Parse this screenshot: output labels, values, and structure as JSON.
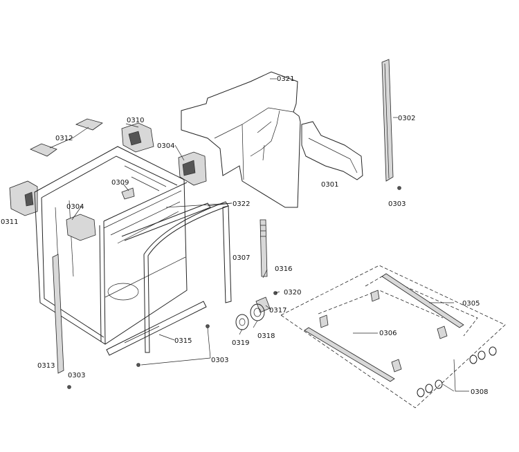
{
  "labels": {
    "l0321": "0321",
    "l0302": "0302",
    "l0310": "0310",
    "l0312": "0312",
    "l0304a": "0304",
    "l0301": "0301",
    "l0309": "0309",
    "l0303a": "0303",
    "l0304b": "0304",
    "l0322": "0322",
    "l0311": "0311",
    "l0307": "0307",
    "l0316": "0316",
    "l0320": "0320",
    "l0305": "0305",
    "l0317": "0317",
    "l0306": "0306",
    "l0319": "0319",
    "l0318": "0318",
    "l0315": "0315",
    "l0303b": "0303",
    "l0313": "0313",
    "l0303c": "0303",
    "l0308": "0308"
  }
}
